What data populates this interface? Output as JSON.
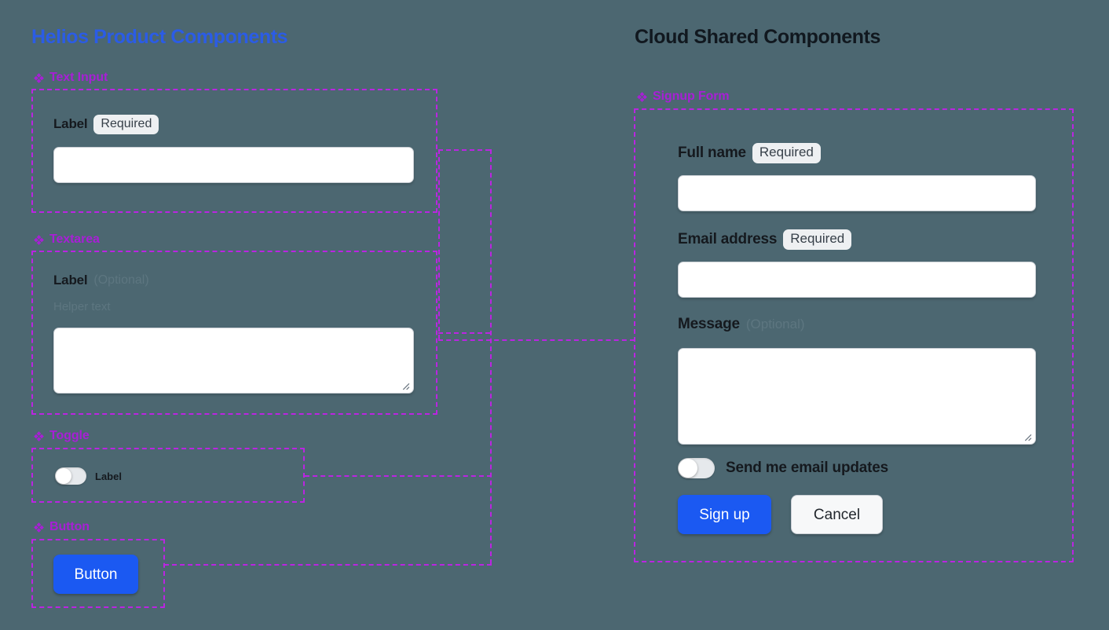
{
  "columns": {
    "left_title": "Helios Product Components",
    "right_title": "Cloud Shared Components"
  },
  "colors": {
    "background": "#4c6771",
    "left_title": "#2b5ce6",
    "right_title": "#11181f",
    "component_label": "#a81fd6",
    "dashed_outline": "#bb24e2",
    "primary_button": "#1b59f2",
    "badge_background": "#eef0f2",
    "muted_text": "#5d7680"
  },
  "left_panel": {
    "sections": [
      {
        "icon": "diamond-component-icon",
        "label": "Text Input"
      },
      {
        "icon": "diamond-component-icon",
        "label": "Textarea"
      },
      {
        "icon": "diamond-component-icon",
        "label": "Toggle"
      },
      {
        "icon": "diamond-component-icon",
        "label": "Button"
      }
    ],
    "text_input": {
      "label": "Label",
      "badge": "Required",
      "value": "",
      "placeholder": ""
    },
    "textarea": {
      "label": "Label",
      "optional": "(Optional)",
      "helper": "Helper text",
      "value": "",
      "placeholder": ""
    },
    "toggle": {
      "label": "Label",
      "state": "off"
    },
    "button": {
      "label": "Button"
    }
  },
  "right_panel": {
    "section": {
      "icon": "diamond-component-icon",
      "label": "Signup Form"
    },
    "fields": [
      {
        "label": "Full name",
        "badge": "Required",
        "value": "",
        "placeholder": ""
      },
      {
        "label": "Email address",
        "badge": "Required",
        "value": "",
        "placeholder": ""
      }
    ],
    "message": {
      "label": "Message",
      "optional": "(Optional)",
      "value": "",
      "placeholder": ""
    },
    "toggle": {
      "label": "Send me email updates",
      "state": "off"
    },
    "actions": {
      "primary": "Sign up",
      "secondary": "Cancel"
    }
  }
}
